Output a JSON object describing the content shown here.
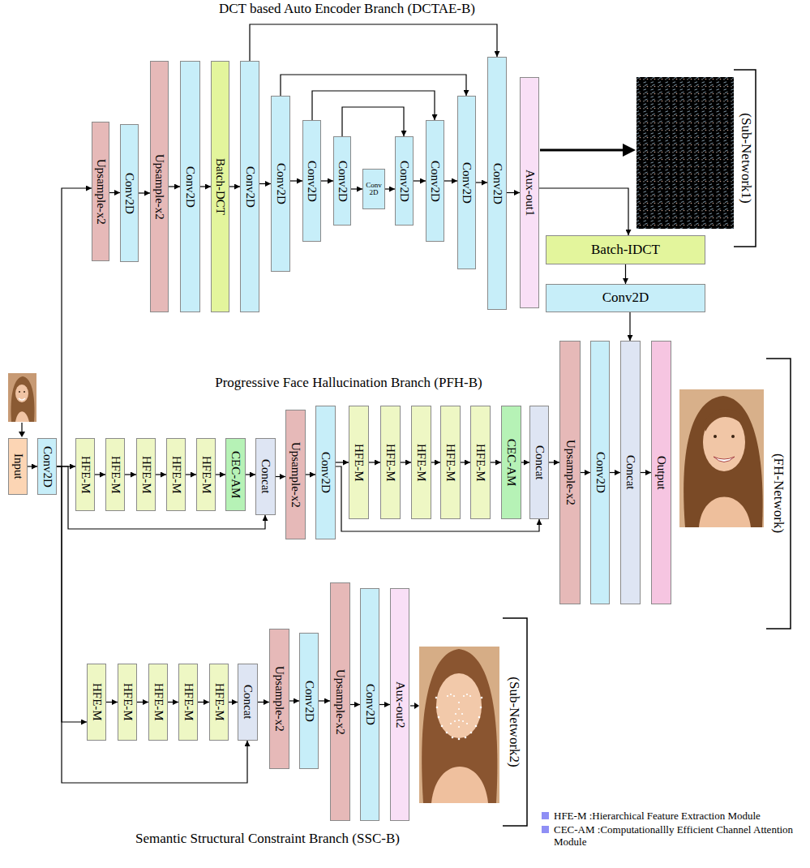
{
  "diagram": {
    "nodes": [
      {
        "text": [
          "Upsample-x2"
        ]
      },
      {
        "text": [
          "Conv2D"
        ]
      },
      {
        "text": [
          "Upsample-x2"
        ]
      },
      {
        "text": [
          "Conv2D"
        ]
      },
      {
        "text": [
          "Batch-DCT"
        ]
      },
      {
        "text": [
          "Conv2D"
        ]
      },
      {
        "text": [
          "Conv2D"
        ]
      },
      {
        "text": [
          "Conv2D"
        ]
      },
      {
        "text": [
          "Conv2D"
        ]
      },
      {
        "text": [
          "Conv 2D"
        ]
      },
      {
        "text": [
          "Conv2D"
        ]
      },
      {
        "text": [
          "Conv2D"
        ]
      },
      {
        "text": [
          "Conv2D"
        ]
      },
      {
        "text": [
          "Conv2D"
        ]
      },
      {
        "text": [
          "Aux-out1"
        ]
      },
      {
        "text": [
          "Batch-IDCT"
        ]
      },
      {
        "text": [
          "Conv2D"
        ]
      },
      {
        "text": [
          "Input"
        ]
      },
      {
        "text": [
          "Conv2D"
        ]
      },
      {
        "text": [
          "HFE-M"
        ]
      },
      {
        "text": [
          "HFE-M"
        ]
      },
      {
        "text": [
          "HFE-M"
        ]
      },
      {
        "text": [
          "HFE-M"
        ]
      },
      {
        "text": [
          "HFE-M"
        ]
      },
      {
        "text": [
          "CEC-AM"
        ]
      },
      {
        "text": [
          "Concat"
        ]
      },
      {
        "text": [
          "Upsample-x2"
        ]
      },
      {
        "text": [
          "Conv2D"
        ]
      },
      {
        "text": [
          "HFE-M"
        ]
      },
      {
        "text": [
          "HFE-M"
        ]
      },
      {
        "text": [
          "HFE-M"
        ]
      },
      {
        "text": [
          "HFE-M"
        ]
      },
      {
        "text": [
          "HFE-M"
        ]
      },
      {
        "text": [
          "CEC-AM"
        ]
      },
      {
        "text": [
          "Concat"
        ]
      },
      {
        "text": [
          "Upsample-x2"
        ]
      },
      {
        "text": [
          "Conv2D"
        ]
      },
      {
        "text": [
          "Concat"
        ]
      },
      {
        "text": [
          "Output"
        ]
      },
      {
        "text": [
          "HFE-M"
        ]
      },
      {
        "text": [
          "HFE-M"
        ]
      },
      {
        "text": [
          "HFE-M"
        ]
      },
      {
        "text": [
          "HFE-M"
        ]
      },
      {
        "text": [
          "HFE-M"
        ]
      },
      {
        "text": [
          "Concat"
        ]
      },
      {
        "text": [
          "Upsample-x2"
        ]
      },
      {
        "text": [
          "Conv2D"
        ]
      },
      {
        "text": [
          "Upsample-x2"
        ]
      },
      {
        "text": [
          "Conv2D"
        ]
      },
      {
        "text": [
          "Aux-out2"
        ]
      }
    ],
    "edges": [
      {
        "from": 17,
        "to": 18,
        "arrow": "to"
      },
      {
        "from": 18,
        "to": 19,
        "arrow": "to"
      },
      {
        "from": 19,
        "to": 20,
        "arrow": "to"
      },
      {
        "from": 20,
        "to": 21,
        "arrow": "to"
      },
      {
        "from": 21,
        "to": 22,
        "arrow": "to"
      },
      {
        "from": 22,
        "to": 23,
        "arrow": "to"
      },
      {
        "from": 23,
        "to": 24,
        "arrow": "to"
      },
      {
        "from": 24,
        "to": 25,
        "arrow": "to"
      },
      {
        "from": 18,
        "to": 25,
        "arrow": "to"
      },
      {
        "from": 25,
        "to": 26,
        "arrow": "to"
      },
      {
        "from": 26,
        "to": 27,
        "arrow": "to"
      },
      {
        "from": 27,
        "to": 28,
        "arrow": "to"
      },
      {
        "from": 28,
        "to": 29,
        "arrow": "to"
      },
      {
        "from": 29,
        "to": 30,
        "arrow": "to"
      },
      {
        "from": 30,
        "to": 31,
        "arrow": "to"
      },
      {
        "from": 31,
        "to": 32,
        "arrow": "to"
      },
      {
        "from": 32,
        "to": 33,
        "arrow": "to"
      },
      {
        "from": 33,
        "to": 34,
        "arrow": "to"
      },
      {
        "from": 27,
        "to": 34,
        "arrow": "to"
      },
      {
        "from": 34,
        "to": 35,
        "arrow": "to"
      },
      {
        "from": 35,
        "to": 36,
        "arrow": "to"
      },
      {
        "from": 36,
        "to": 37,
        "arrow": "to"
      },
      {
        "from": 37,
        "to": 38,
        "arrow": "to"
      },
      {
        "from": 18,
        "to": 0,
        "arrow": "to"
      },
      {
        "from": 0,
        "to": 1,
        "arrow": "to"
      },
      {
        "from": 1,
        "to": 2,
        "arrow": "to"
      },
      {
        "from": 2,
        "to": 3,
        "arrow": "to"
      },
      {
        "from": 3,
        "to": 4,
        "arrow": "to"
      },
      {
        "from": 4,
        "to": 5,
        "arrow": "to"
      },
      {
        "from": 5,
        "to": 6,
        "arrow": "to"
      },
      {
        "from": 6,
        "to": 7,
        "arrow": "to"
      },
      {
        "from": 7,
        "to": 8,
        "arrow": "to"
      },
      {
        "from": 8,
        "to": 9,
        "arrow": "to"
      },
      {
        "from": 9,
        "to": 10,
        "arrow": "to"
      },
      {
        "from": 10,
        "to": 11,
        "arrow": "to"
      },
      {
        "from": 11,
        "to": 12,
        "arrow": "to"
      },
      {
        "from": 12,
        "to": 13,
        "arrow": "to"
      },
      {
        "from": 13,
        "to": 14,
        "arrow": "to"
      },
      {
        "from": 5,
        "to": 13,
        "arrow": "to"
      },
      {
        "from": 6,
        "to": 12,
        "arrow": "to"
      },
      {
        "from": 7,
        "to": 11,
        "arrow": "to"
      },
      {
        "from": 8,
        "to": 10,
        "arrow": "to"
      },
      {
        "from": 14,
        "to": 15,
        "arrow": "to"
      },
      {
        "from": 15,
        "to": 16,
        "arrow": "to"
      },
      {
        "from": 16,
        "to": 37,
        "arrow": "to"
      },
      {
        "from": 18,
        "to": 39,
        "arrow": "to"
      },
      {
        "from": 39,
        "to": 40,
        "arrow": "to"
      },
      {
        "from": 40,
        "to": 41,
        "arrow": "to"
      },
      {
        "from": 41,
        "to": 42,
        "arrow": "to"
      },
      {
        "from": 42,
        "to": 43,
        "arrow": "to"
      },
      {
        "from": 43,
        "to": 44,
        "arrow": "to"
      },
      {
        "from": 18,
        "to": 44,
        "arrow": "to"
      },
      {
        "from": 44,
        "to": 45,
        "arrow": "to"
      },
      {
        "from": 45,
        "to": 46,
        "arrow": "to"
      },
      {
        "from": 46,
        "to": 47,
        "arrow": "to"
      },
      {
        "from": 47,
        "to": 48,
        "arrow": "to"
      },
      {
        "from": 48,
        "to": 49,
        "arrow": "to"
      }
    ],
    "labels": [
      "DCT based Auto Encoder Branch (DCTAE-B)",
      "(Sub-Network1)",
      "Progressive Face Hallucination Branch (PFH-B)",
      "(FH-Network)",
      "(Sub-Network2)",
      "Semantic Structural Constraint Branch (SSC-B)"
    ],
    "legend": [
      {
        "text": "HFE-M :Hierarchical Feature Extraction Module",
        "color": "#8f8ff5"
      },
      {
        "text": "CEC-AM :Computationallly Efficient Channel Attention Module",
        "color": "#8f8ff5"
      }
    ]
  }
}
